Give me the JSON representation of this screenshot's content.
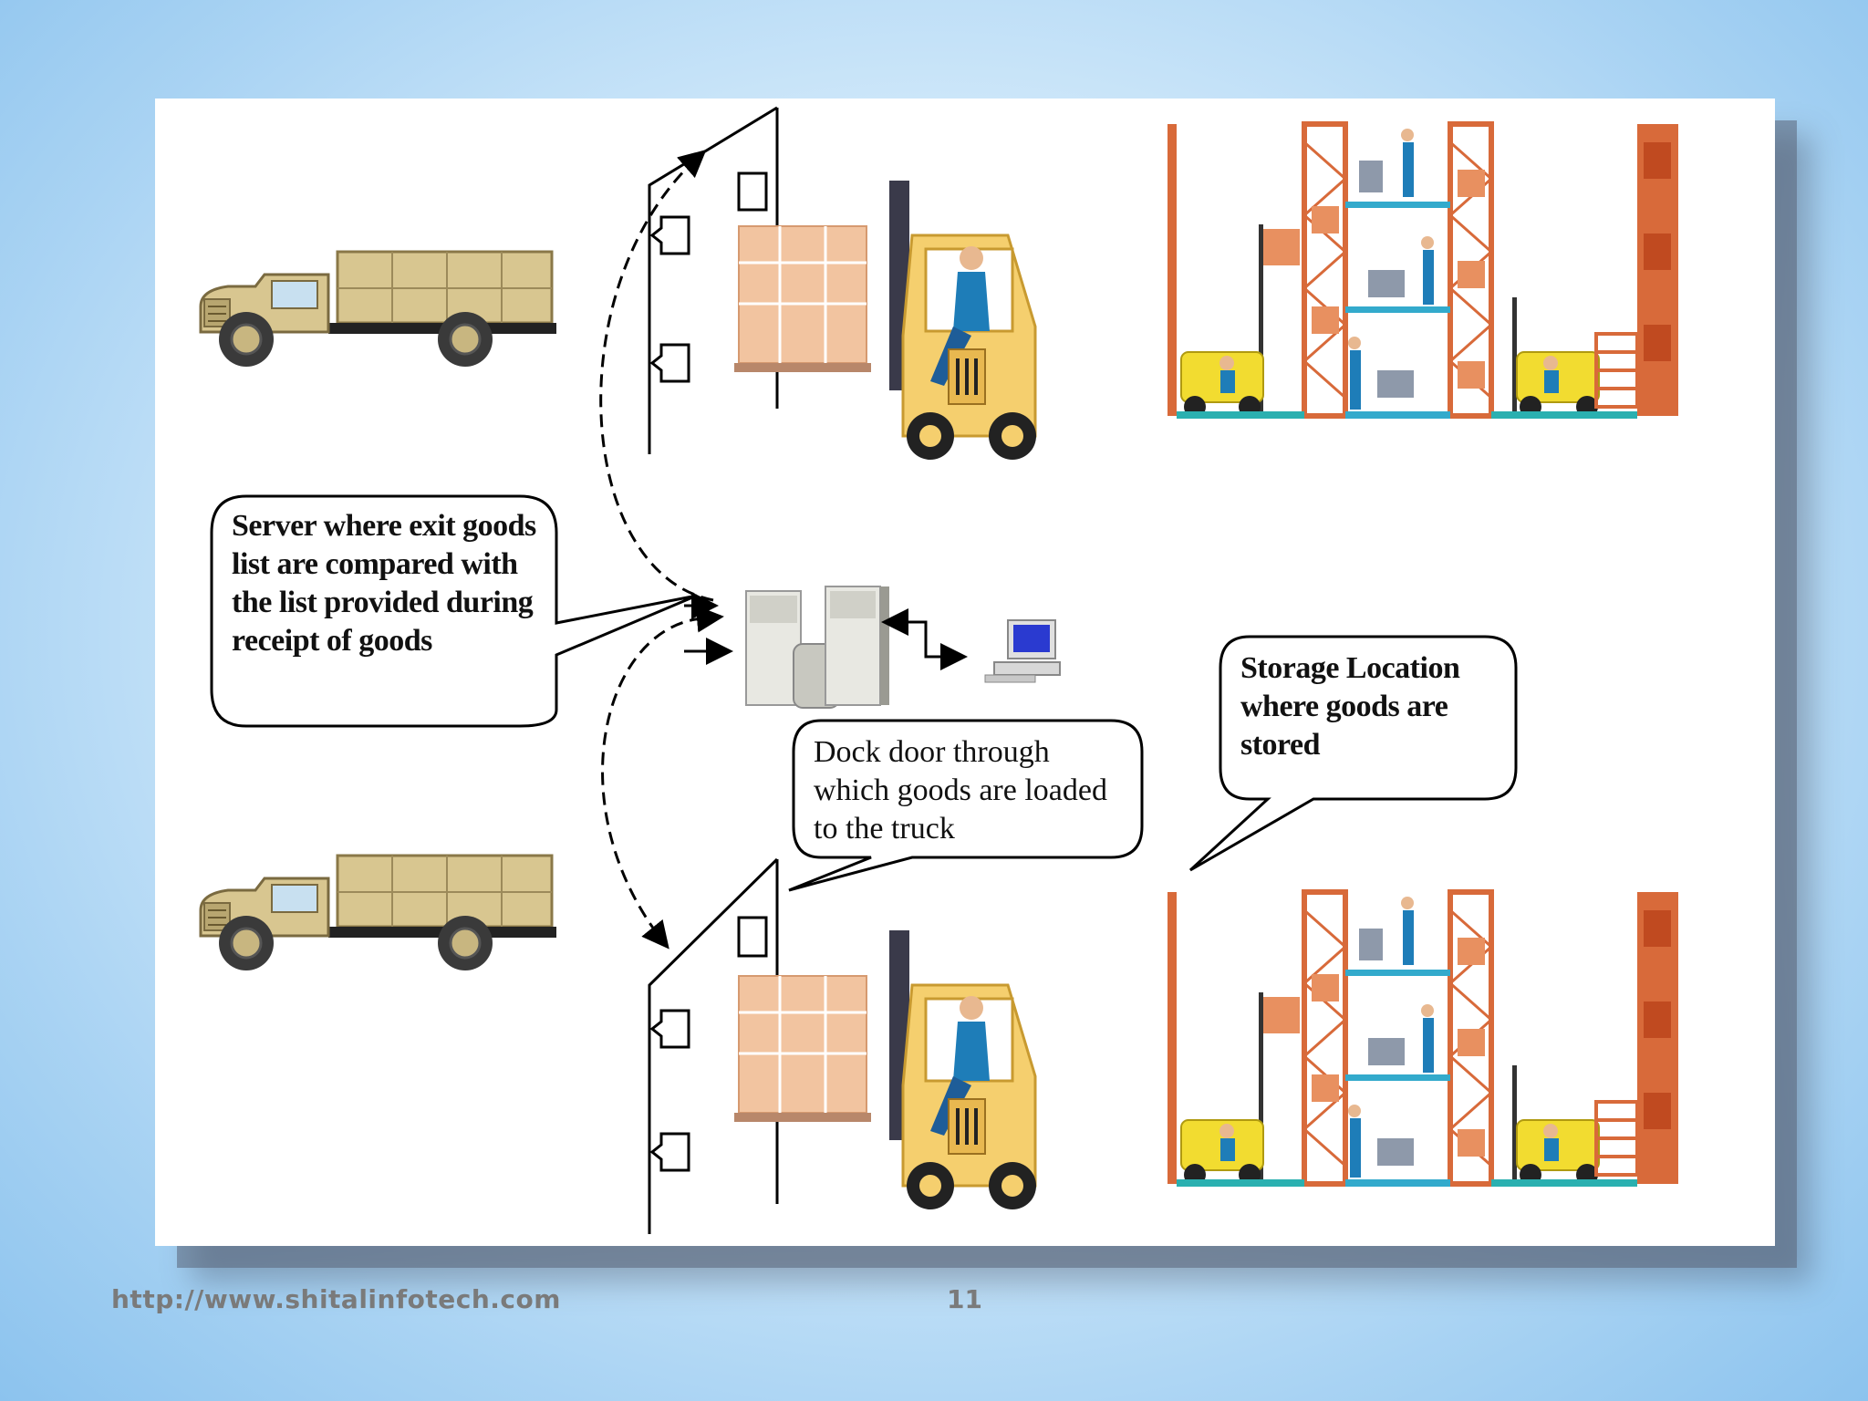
{
  "callouts": {
    "server": "Server where exit goods list are compared with the list provided during receipt of goods",
    "dock_door": "Dock door through which goods are loaded to the truck",
    "storage": "Storage Location where goods are stored"
  },
  "icons": [
    "truck-icon",
    "forklift-icon",
    "dock-door-icon",
    "server-icon",
    "computer-icon",
    "warehouse-rack-icon"
  ],
  "footer": {
    "url": "http://www.shitalinfotech.com",
    "page_number": "11"
  },
  "colors": {
    "truck": "#d8c690",
    "forklift": "#f5cf6e",
    "boxes": "#f2c4a0",
    "rack_orange": "#d86a3a",
    "rack_beam": "#33aacc",
    "worker": "#1e7db8"
  }
}
